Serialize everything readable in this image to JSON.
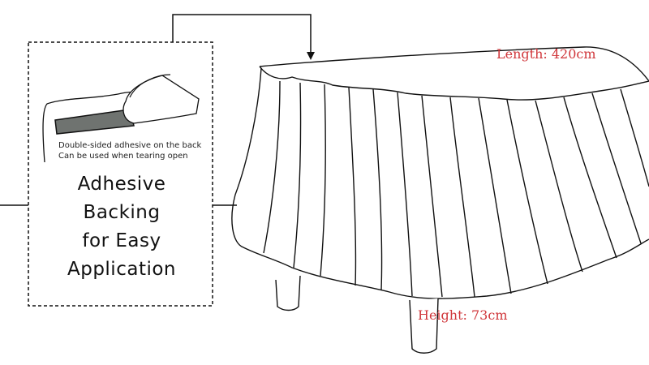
{
  "callout": {
    "note_lines": [
      "Double-sided adhesive on the back",
      "Can be used when tearing open"
    ],
    "headline_lines": [
      "Adhesive",
      "Backing",
      "for Easy",
      "Application"
    ]
  },
  "dimensions": {
    "length": "Length: 420cm",
    "height": "Height: 73cm",
    "label_color": "#d0363a"
  }
}
